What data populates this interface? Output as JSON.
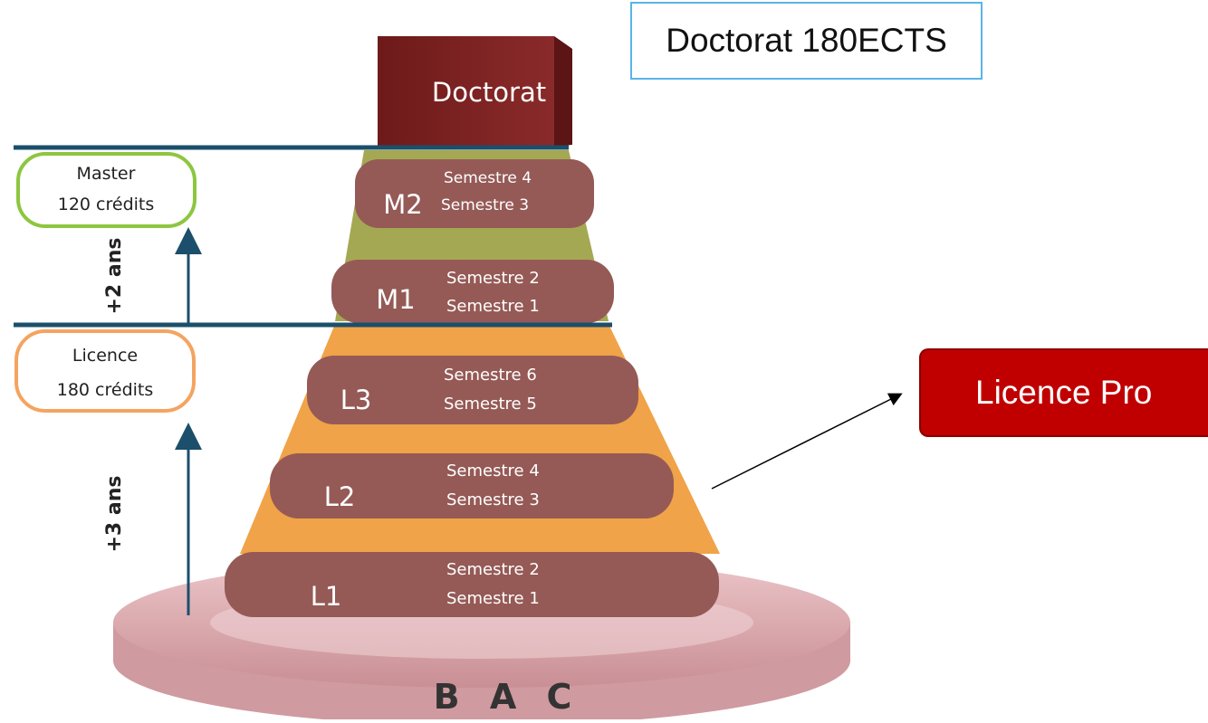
{
  "doctorat_block": {
    "label": "Doctorat"
  },
  "doctorat_ects": {
    "label": "Doctorat 180ECTS"
  },
  "licence_pro": {
    "label": "Licence Pro"
  },
  "master_badge": {
    "line1": "Master",
    "line2": "120 crédits"
  },
  "licence_badge": {
    "line1": "Licence",
    "line2": "180 crédits"
  },
  "arrows": {
    "master_duration": "+2 ans",
    "licence_duration": "+3 ans"
  },
  "base": {
    "label": "B A C"
  },
  "levels": [
    {
      "code": "M2",
      "semesters": [
        "Semestre 4",
        "Semestre 3"
      ]
    },
    {
      "code": "M1",
      "semesters": [
        "Semestre 2",
        "Semestre 1"
      ]
    },
    {
      "code": "L3",
      "semesters": [
        "Semestre 6",
        "Semestre 5"
      ]
    },
    {
      "code": "L2",
      "semesters": [
        "Semestre 4",
        "Semestre 3"
      ]
    },
    {
      "code": "L1",
      "semesters": [
        "Semestre 2",
        "Semestre 1"
      ]
    }
  ],
  "colors": {
    "pill": "#955a56",
    "master_band": "#a5a853",
    "licence_band": "#f0a348",
    "doctorat": "#7a1f1f",
    "divider": "#1b4f6b",
    "master_outline": "#8dc63f",
    "licence_outline": "#f4a460",
    "base": "#e3b4b8",
    "licence_pro": "#c00000"
  }
}
